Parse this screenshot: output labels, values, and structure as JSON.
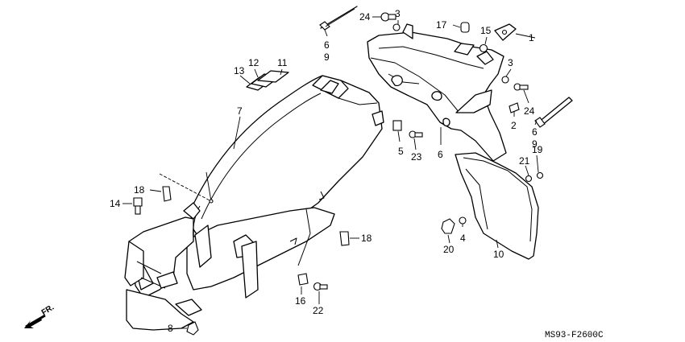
{
  "diagram": {
    "drawing_code": "MS93-F2600C",
    "front_marker": "FR.",
    "callouts": [
      {
        "id": "c1",
        "text": "1"
      },
      {
        "id": "c2",
        "text": "2"
      },
      {
        "id": "c3a",
        "text": "3"
      },
      {
        "id": "c3b",
        "text": "3"
      },
      {
        "id": "c4",
        "text": "4"
      },
      {
        "id": "c5",
        "text": "5"
      },
      {
        "id": "c6a",
        "text": "6"
      },
      {
        "id": "c9a",
        "text": "9"
      },
      {
        "id": "c6b",
        "text": "6"
      },
      {
        "id": "c6c",
        "text": "6"
      },
      {
        "id": "c9b",
        "text": "9"
      },
      {
        "id": "c7",
        "text": "7"
      },
      {
        "id": "c8",
        "text": "8"
      },
      {
        "id": "c10",
        "text": "10"
      },
      {
        "id": "c11",
        "text": "11"
      },
      {
        "id": "c12",
        "text": "12"
      },
      {
        "id": "c13",
        "text": "13"
      },
      {
        "id": "c14",
        "text": "14"
      },
      {
        "id": "c15",
        "text": "15"
      },
      {
        "id": "c16",
        "text": "16"
      },
      {
        "id": "c17",
        "text": "17"
      },
      {
        "id": "c18a",
        "text": "18"
      },
      {
        "id": "c18b",
        "text": "18"
      },
      {
        "id": "c19",
        "text": "19"
      },
      {
        "id": "c20",
        "text": "20"
      },
      {
        "id": "c21",
        "text": "21"
      },
      {
        "id": "c22",
        "text": "22"
      },
      {
        "id": "c23",
        "text": "23"
      },
      {
        "id": "c24a",
        "text": "24"
      },
      {
        "id": "c24b",
        "text": "24"
      }
    ]
  }
}
